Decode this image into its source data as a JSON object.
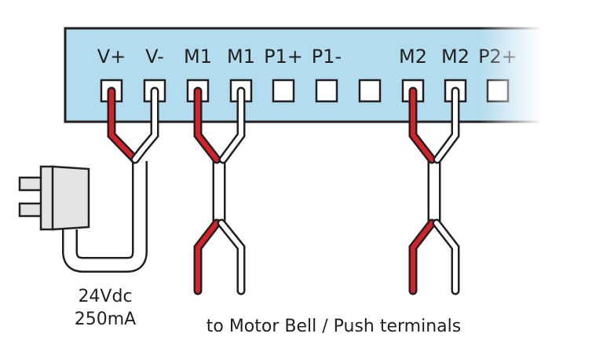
{
  "colors": {
    "board_fill": "#b3dcee",
    "outline": "#231f20",
    "red_wire": "#d2232a",
    "white_wire": "#ffffff",
    "plug_fill": "#e4e4e4"
  },
  "terminals": [
    {
      "label": "V+",
      "wired": "red"
    },
    {
      "label": "V-",
      "wired": "white"
    },
    {
      "label": "M1",
      "wired": "red"
    },
    {
      "label": "M1",
      "wired": "white"
    },
    {
      "label": "P1+",
      "wired": null
    },
    {
      "label": "P1-",
      "wired": null
    },
    {
      "label": "",
      "wired": null
    },
    {
      "label": "M2",
      "wired": "red"
    },
    {
      "label": "M2",
      "wired": "white"
    },
    {
      "label": "P2+",
      "wired": null
    }
  ],
  "power_supply": {
    "voltage": "24Vdc",
    "current": "250mA"
  },
  "caption": "to Motor Bell / Push terminals"
}
